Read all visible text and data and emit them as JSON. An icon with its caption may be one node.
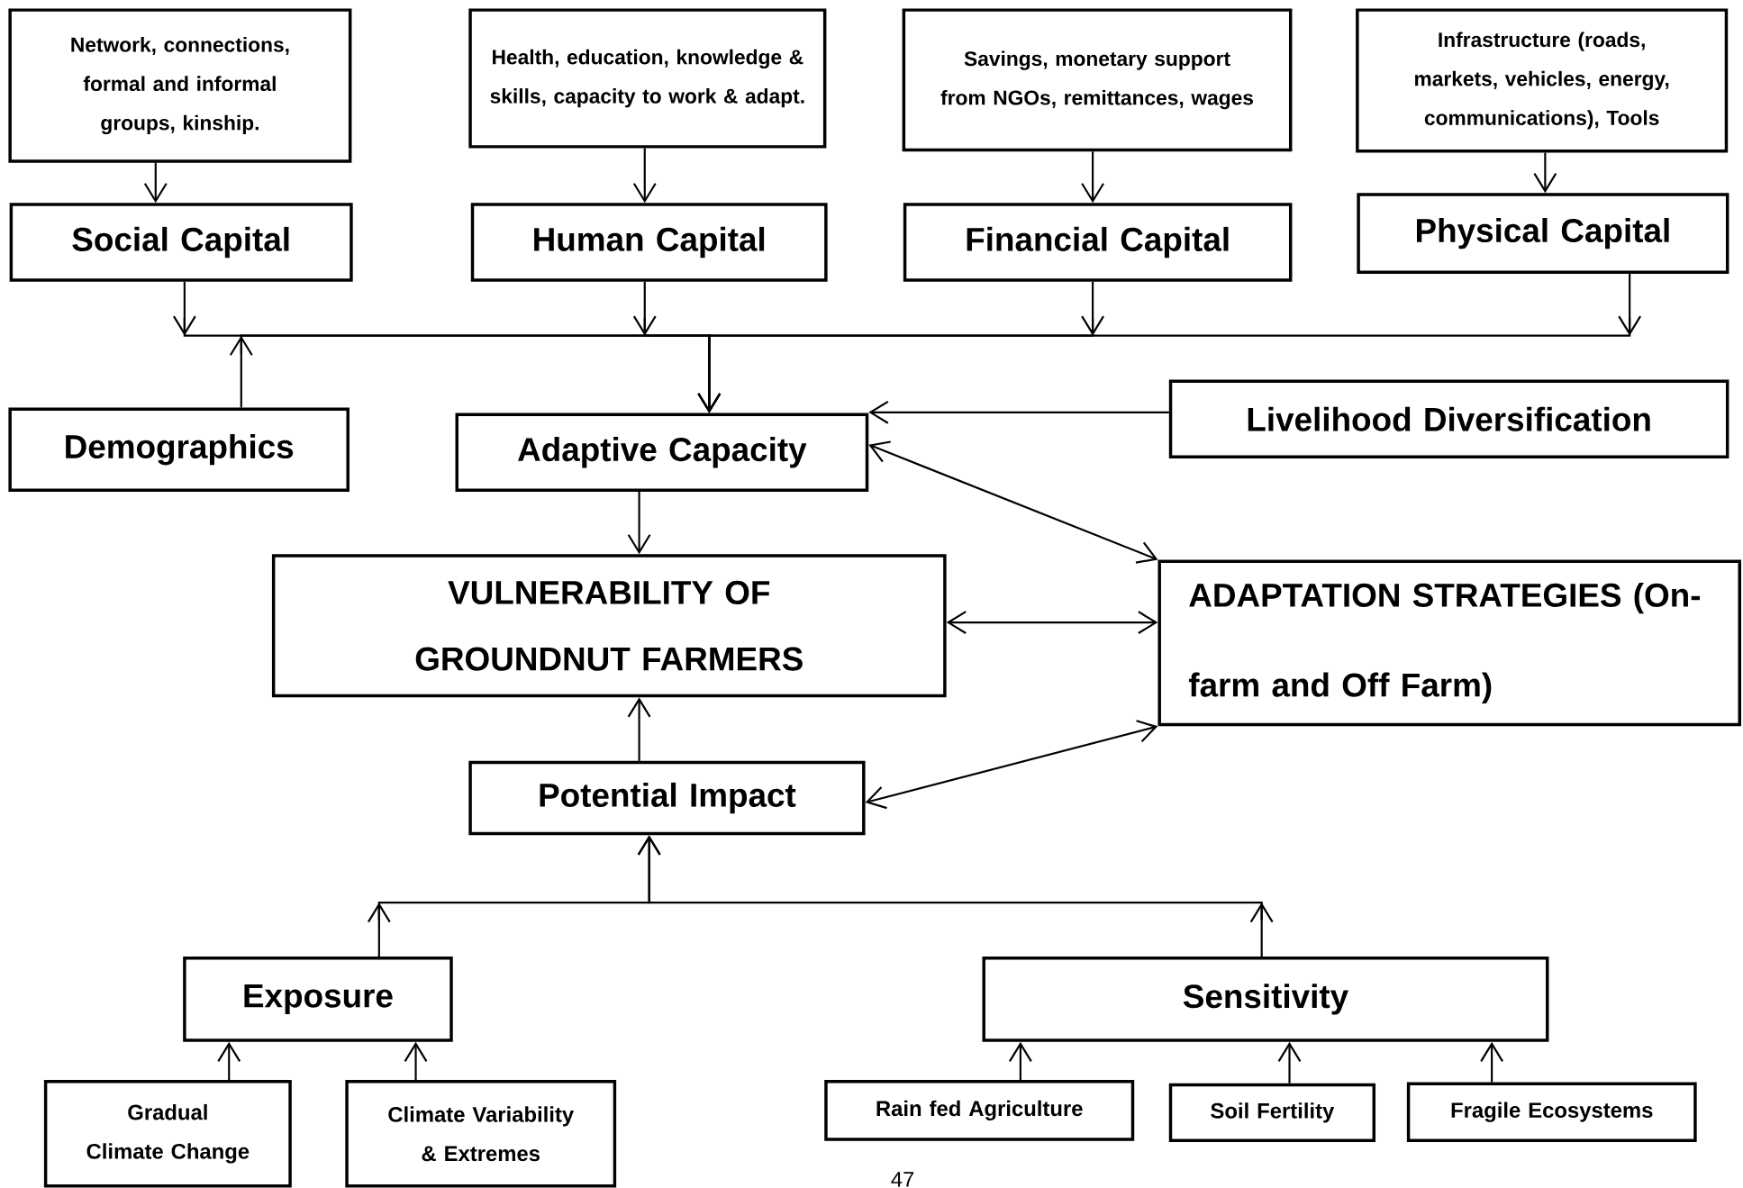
{
  "diagram": {
    "nodes": [
      {
        "text": [
          "Network, connections, formal and informal groups, kinship."
        ]
      },
      {
        "text": [
          "Health, education, knowledge & skills, capacity to work & adapt."
        ]
      },
      {
        "text": [
          "Savings, monetary support from NGOs, remittances, wages"
        ]
      },
      {
        "text": [
          "Infrastructure (roads, markets, vehicles, energy, communications), Tools"
        ]
      },
      {
        "text": [
          "Social Capital"
        ]
      },
      {
        "text": [
          "Human Capital"
        ]
      },
      {
        "text": [
          "Financial Capital"
        ]
      },
      {
        "text": [
          "Physical Capital"
        ]
      },
      {
        "text": [
          "Demographics"
        ]
      },
      {
        "text": [
          "Adaptive Capacity"
        ]
      },
      {
        "text": [
          "Livelihood Diversification"
        ]
      },
      {
        "text": [
          "VULNERABILITY OF GROUNDNUT FARMERS"
        ]
      },
      {
        "text": [
          "ADAPTATION STRATEGIES (On-farm and Off Farm)"
        ]
      },
      {
        "text": [
          "Potential Impact"
        ]
      },
      {
        "text": [
          "Exposure"
        ]
      },
      {
        "text": [
          "Sensitivity"
        ]
      },
      {
        "text": [
          "Gradual Climate Change"
        ]
      },
      {
        "text": [
          "Climate Variability & Extremes"
        ]
      },
      {
        "text": [
          "Rain fed Agriculture"
        ]
      },
      {
        "text": [
          "Soil Fertility"
        ]
      },
      {
        "text": [
          "Fragile Ecosystems"
        ]
      }
    ],
    "edges": [
      {
        "from": 0,
        "to": 4,
        "arrow": "to"
      },
      {
        "from": 1,
        "to": 5,
        "arrow": "to"
      },
      {
        "from": 2,
        "to": 6,
        "arrow": "to"
      },
      {
        "from": 3,
        "to": 7,
        "arrow": "to"
      },
      {
        "from": 4,
        "to": 9,
        "arrow": "to"
      },
      {
        "from": 5,
        "to": 9,
        "arrow": "to"
      },
      {
        "from": 6,
        "to": 9,
        "arrow": "to"
      },
      {
        "from": 7,
        "to": 9,
        "arrow": "to"
      },
      {
        "from": 8,
        "to": 9,
        "arrow": "to"
      },
      {
        "from": 10,
        "to": 9,
        "arrow": "to"
      },
      {
        "from": 9,
        "to": 12,
        "arrow": "both"
      },
      {
        "from": 9,
        "to": 11,
        "arrow": "to"
      },
      {
        "from": 11,
        "to": 12,
        "arrow": "both"
      },
      {
        "from": 13,
        "to": 11,
        "arrow": "to"
      },
      {
        "from": 13,
        "to": 12,
        "arrow": "both"
      },
      {
        "from": 14,
        "to": 13,
        "arrow": "to"
      },
      {
        "from": 15,
        "to": 13,
        "arrow": "to"
      },
      {
        "from": 16,
        "to": 14,
        "arrow": "to"
      },
      {
        "from": 17,
        "to": 14,
        "arrow": "to"
      },
      {
        "from": 18,
        "to": 15,
        "arrow": "to"
      },
      {
        "from": 19,
        "to": 15,
        "arrow": "to"
      },
      {
        "from": 20,
        "to": 15,
        "arrow": "to"
      }
    ],
    "labels": [
      "47"
    ]
  }
}
